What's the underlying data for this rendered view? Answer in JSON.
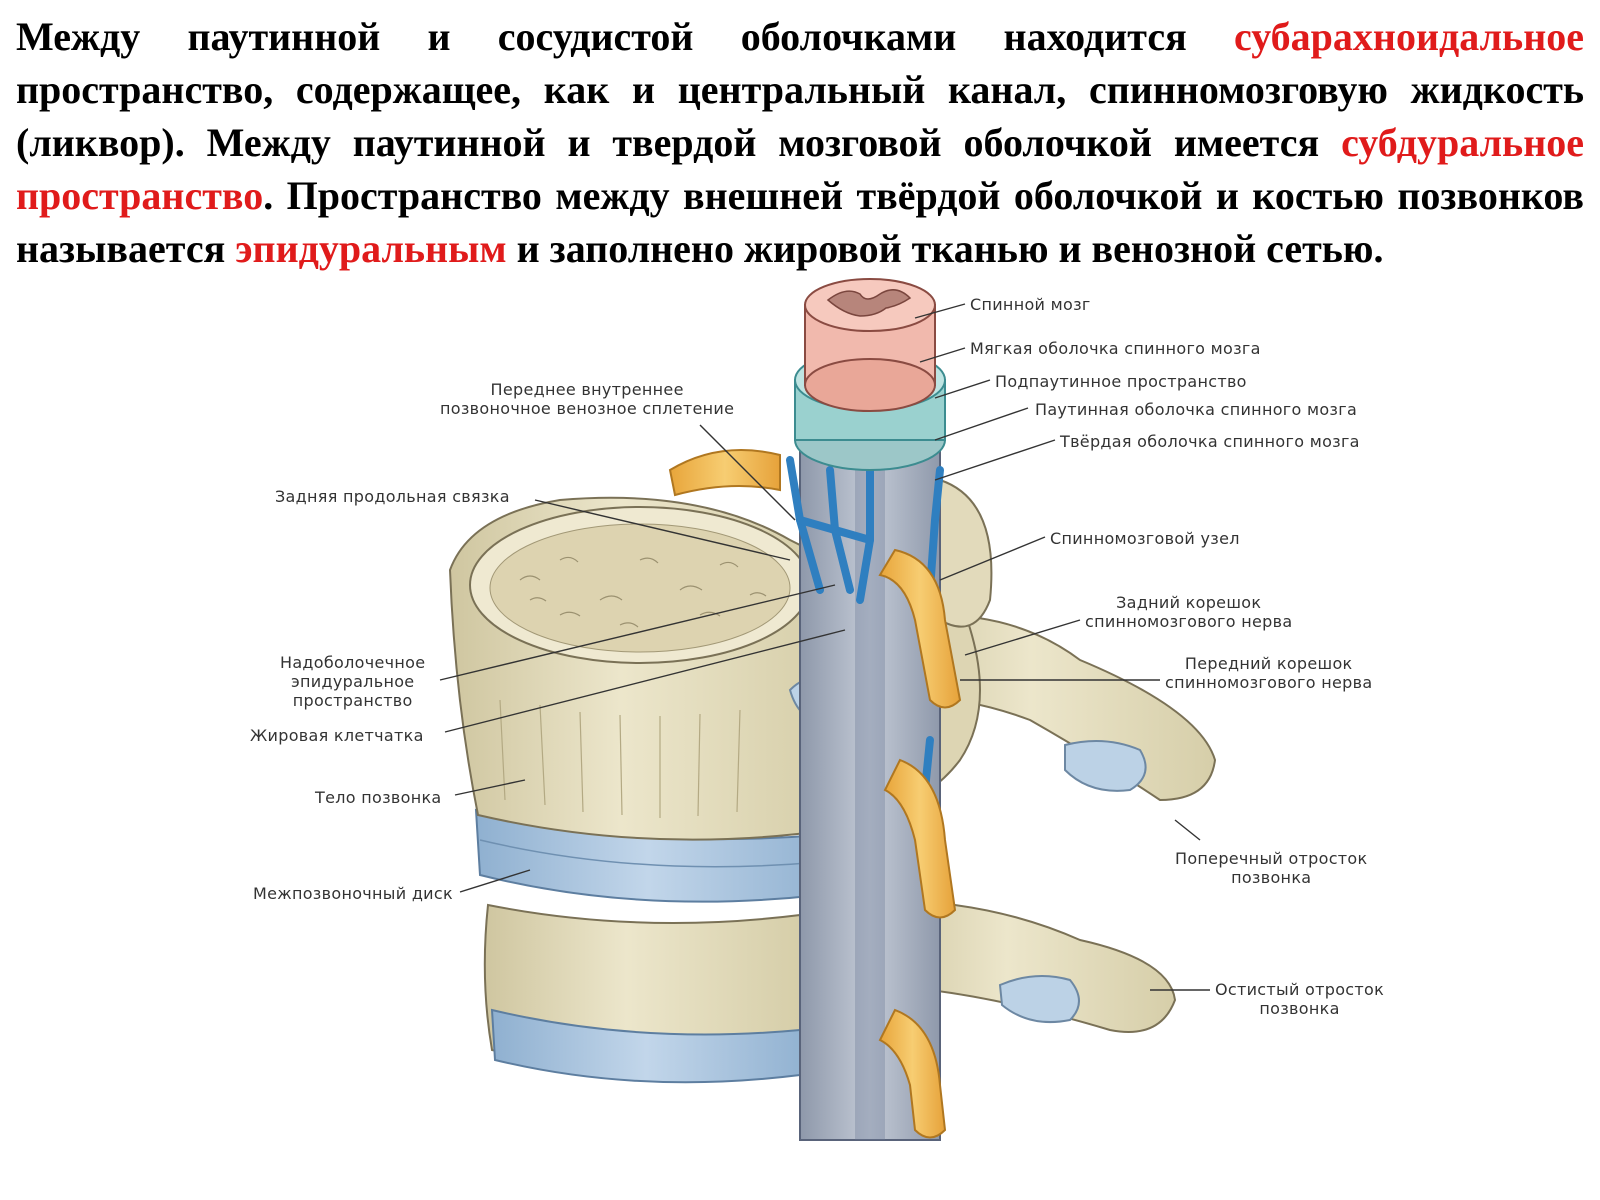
{
  "paragraph": {
    "s1": "Между паутинной и сосудистой оболочками находится ",
    "h1": "субарахноидальное",
    "s2": " пространство, содержащее, как и центральный канал, спинномозговую жидкость (ликвор). Между паутинной и твердой мозговой оболочкой имеется ",
    "h2": "субдуральное пространство",
    "s3": ". Пространство между внешней твёрдой оболочкой и костью позвонков называется ",
    "h3": "эпидуральным",
    "s4": " и заполнено жировой тканью и венозной сетью."
  },
  "labels": {
    "spinal_cord": "Спинной мозг",
    "pia_mater": "Мягкая оболочка спинного мозга",
    "subarachnoid": "Подпаутинное пространство",
    "arachnoid": "Паутинная оболочка спинного мозга",
    "dura": "Твёрдая оболочка спинного мозга",
    "ganglion": "Спинномозговой узел",
    "posterior_root": [
      "Задний корешок",
      "спинномозгового нерва"
    ],
    "anterior_root": [
      "Передний корешок",
      "спинномозгового нерва"
    ],
    "transverse": [
      "Поперечный отросток",
      "позвонка"
    ],
    "spinous": [
      "Остистый отросток",
      "позвонка"
    ],
    "venous_plexus": [
      "Переднее внутреннее",
      "позвоночное венозное сплетение"
    ],
    "ligament": "Задняя продольная связка",
    "epidural": [
      "Надоболочечное",
      "эпидуральное",
      "пространство"
    ],
    "fat": "Жировая клетчатка",
    "body": "Тело позвонка",
    "disc": "Межпозвоночный диск"
  },
  "colors": {
    "highlight": "#e01b1b",
    "bone": "#e7e1c4",
    "bone_shadow": "#c9c09a",
    "disc": "#a9c3dd",
    "cord": "#f1b9ad",
    "nerve": "#f0b94e",
    "vein": "#2f7fc0",
    "dura": "#aab4c4"
  }
}
